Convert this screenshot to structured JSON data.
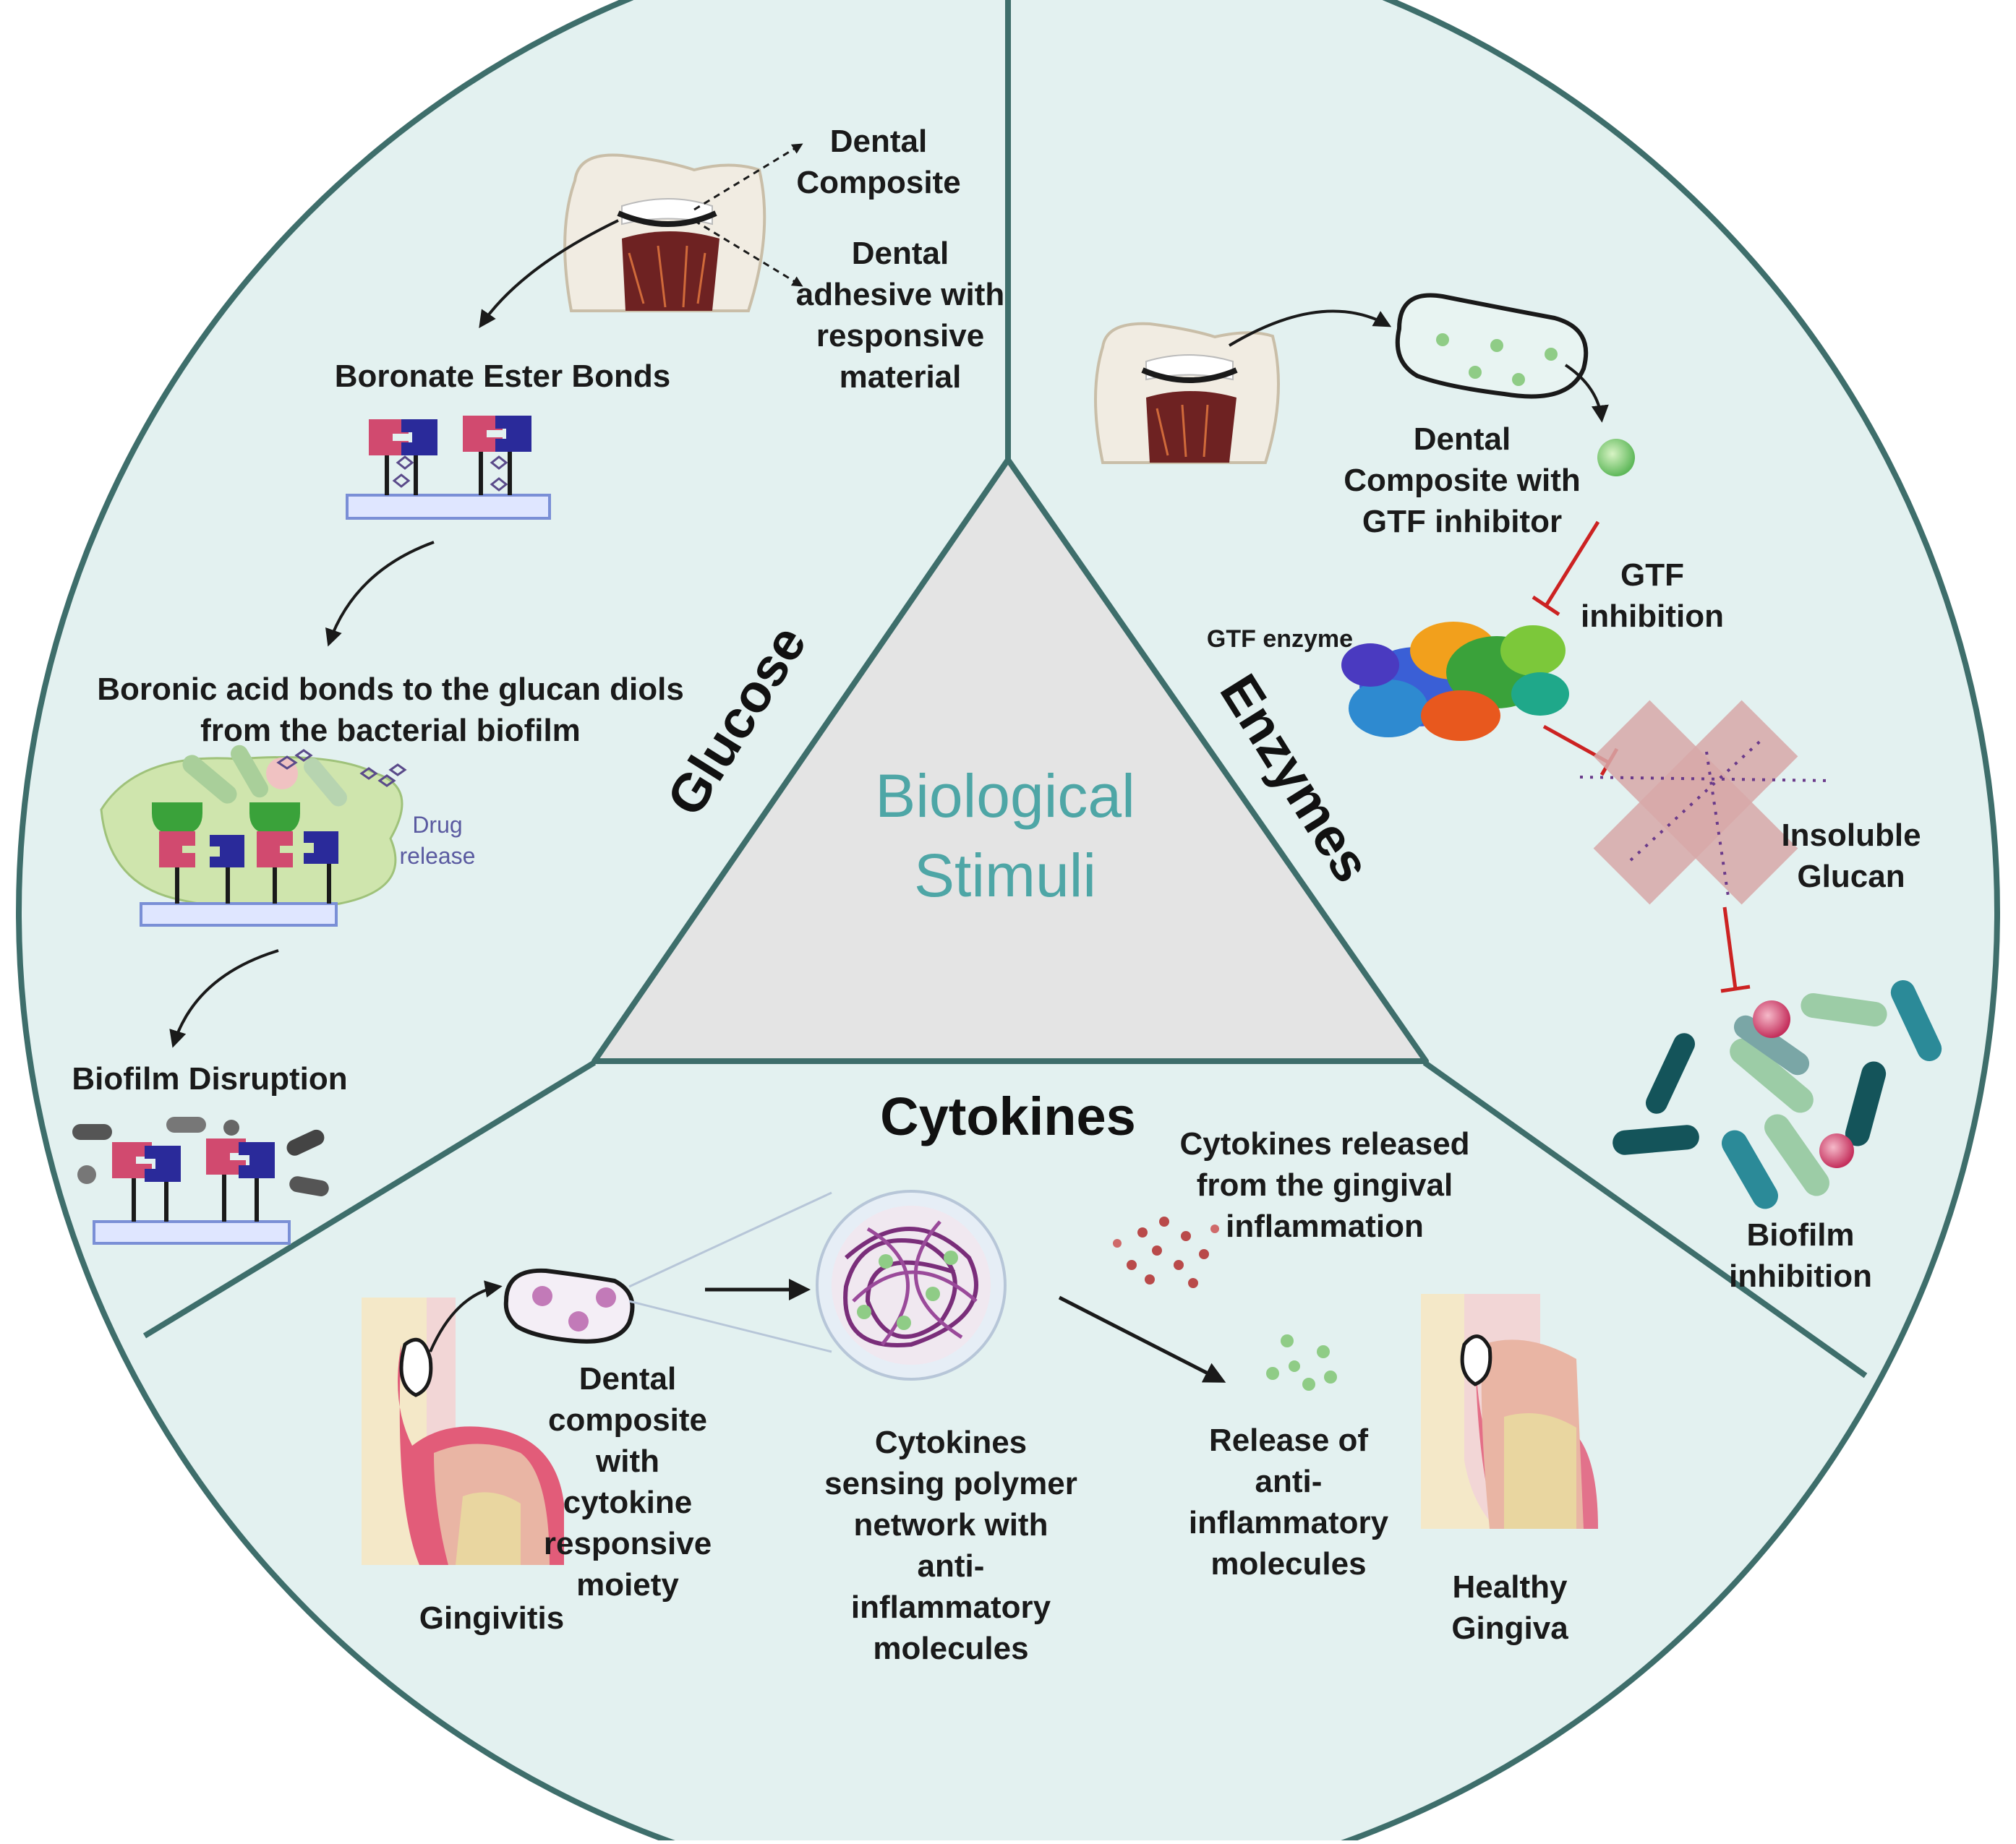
{
  "center": {
    "line1": "Biological",
    "line2": "Stimuli"
  },
  "sections": {
    "glucose": "Glucose",
    "enzymes": "Enzymes",
    "cytokines": "Cytokines"
  },
  "glucose": {
    "dental_composite": [
      "Dental",
      "Composite"
    ],
    "dental_adhesive": [
      "Dental",
      "adhesive with",
      "responsive",
      "material"
    ],
    "boronate": "Boronate Ester Bonds",
    "boronic": [
      "Boronic acid bonds to the glucan diols",
      "from the bacterial biofilm"
    ],
    "drug_release": [
      "Drug",
      "release"
    ],
    "disruption": "Biofilm Disruption"
  },
  "enzymes": {
    "composite_gtf": [
      "Dental",
      "Composite with",
      "GTF inhibitor"
    ],
    "gtf_inhibition": [
      "GTF",
      "inhibition"
    ],
    "gtf_enzyme": "GTF enzyme",
    "insoluble_glucan": [
      "Insoluble",
      "Glucan"
    ],
    "biofilm_inhibition": [
      "Biofilm",
      "inhibition"
    ]
  },
  "cytokines": {
    "released": [
      "Cytokines released",
      "from the gingival",
      "inflammation"
    ],
    "composite_cytokine": [
      "Dental",
      "composite",
      "with",
      "cytokine",
      "responsive",
      "moiety"
    ],
    "sensing": [
      "Cytokines",
      "sensing polymer",
      "network with",
      "anti-",
      "inflammatory",
      "molecules"
    ],
    "release_anti": [
      "Release of",
      "anti-",
      "inflammatory",
      "molecules"
    ],
    "gingivitis": "Gingivitis",
    "healthy": [
      "Healthy",
      "Gingiva"
    ]
  },
  "colors": {
    "circle_fill": "#e3f1f0",
    "circle_stroke": "#3e6e6b",
    "triangle_fill": "#e4e4e4",
    "center_text": "#4ea6a6",
    "inhibit_red": "#cc2222",
    "pink": "#d14a6f",
    "navy": "#2a2a9a",
    "green": "#3aa23a",
    "teal_dark": "#14545a",
    "teal": "#2b8a98",
    "mint": "#9ccca6"
  }
}
